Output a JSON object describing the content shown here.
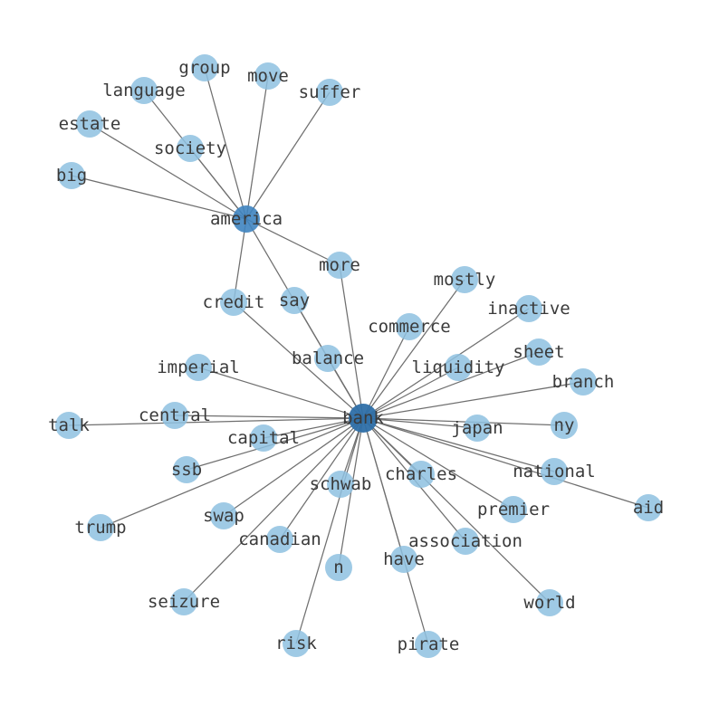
{
  "graph": {
    "nodes": [
      {
        "id": "bank",
        "label": "bank"
      },
      {
        "id": "america",
        "label": "america"
      },
      {
        "id": "group",
        "label": "group"
      },
      {
        "id": "move",
        "label": "move"
      },
      {
        "id": "suffer",
        "label": "suffer"
      },
      {
        "id": "language",
        "label": "language"
      },
      {
        "id": "estate",
        "label": "estate"
      },
      {
        "id": "society",
        "label": "society"
      },
      {
        "id": "big",
        "label": "big"
      },
      {
        "id": "more",
        "label": "more"
      },
      {
        "id": "mostly",
        "label": "mostly"
      },
      {
        "id": "inactive",
        "label": "inactive"
      },
      {
        "id": "credit",
        "label": "credit"
      },
      {
        "id": "say",
        "label": "say"
      },
      {
        "id": "commerce",
        "label": "commerce"
      },
      {
        "id": "balance",
        "label": "balance"
      },
      {
        "id": "sheet",
        "label": "sheet"
      },
      {
        "id": "liquidity",
        "label": "liquidity"
      },
      {
        "id": "imperial",
        "label": "imperial"
      },
      {
        "id": "branch",
        "label": "branch"
      },
      {
        "id": "central",
        "label": "central"
      },
      {
        "id": "talk",
        "label": "talk"
      },
      {
        "id": "japan",
        "label": "japan"
      },
      {
        "id": "ny",
        "label": "ny"
      },
      {
        "id": "capital",
        "label": "capital"
      },
      {
        "id": "ssb",
        "label": "ssb"
      },
      {
        "id": "charles",
        "label": "charles"
      },
      {
        "id": "national",
        "label": "national"
      },
      {
        "id": "schwab",
        "label": "schwab"
      },
      {
        "id": "aid",
        "label": "aid"
      },
      {
        "id": "premier",
        "label": "premier"
      },
      {
        "id": "swap",
        "label": "swap"
      },
      {
        "id": "trump",
        "label": "trump"
      },
      {
        "id": "canadian",
        "label": "canadian"
      },
      {
        "id": "association",
        "label": "association"
      },
      {
        "id": "n",
        "label": "n"
      },
      {
        "id": "have",
        "label": "have"
      },
      {
        "id": "seizure",
        "label": "seizure"
      },
      {
        "id": "world",
        "label": "world"
      },
      {
        "id": "risk",
        "label": "risk"
      },
      {
        "id": "pirate",
        "label": "pirate"
      }
    ],
    "edges": [
      [
        "america",
        "group"
      ],
      [
        "america",
        "move"
      ],
      [
        "america",
        "suffer"
      ],
      [
        "america",
        "language"
      ],
      [
        "america",
        "estate"
      ],
      [
        "america",
        "society"
      ],
      [
        "america",
        "big"
      ],
      [
        "america",
        "more"
      ],
      [
        "america",
        "credit"
      ],
      [
        "america",
        "bank"
      ],
      [
        "bank",
        "more"
      ],
      [
        "bank",
        "mostly"
      ],
      [
        "bank",
        "inactive"
      ],
      [
        "bank",
        "credit"
      ],
      [
        "bank",
        "say"
      ],
      [
        "bank",
        "commerce"
      ],
      [
        "bank",
        "balance"
      ],
      [
        "bank",
        "sheet"
      ],
      [
        "bank",
        "liquidity"
      ],
      [
        "bank",
        "imperial"
      ],
      [
        "bank",
        "branch"
      ],
      [
        "bank",
        "central"
      ],
      [
        "bank",
        "talk"
      ],
      [
        "bank",
        "japan"
      ],
      [
        "bank",
        "ny"
      ],
      [
        "bank",
        "capital"
      ],
      [
        "bank",
        "ssb"
      ],
      [
        "bank",
        "charles"
      ],
      [
        "bank",
        "national"
      ],
      [
        "bank",
        "schwab"
      ],
      [
        "bank",
        "aid"
      ],
      [
        "bank",
        "premier"
      ],
      [
        "bank",
        "swap"
      ],
      [
        "bank",
        "trump"
      ],
      [
        "bank",
        "canadian"
      ],
      [
        "bank",
        "association"
      ],
      [
        "bank",
        "n"
      ],
      [
        "bank",
        "have"
      ],
      [
        "bank",
        "seizure"
      ],
      [
        "bank",
        "world"
      ],
      [
        "bank",
        "risk"
      ],
      [
        "bank",
        "pirate"
      ]
    ]
  }
}
